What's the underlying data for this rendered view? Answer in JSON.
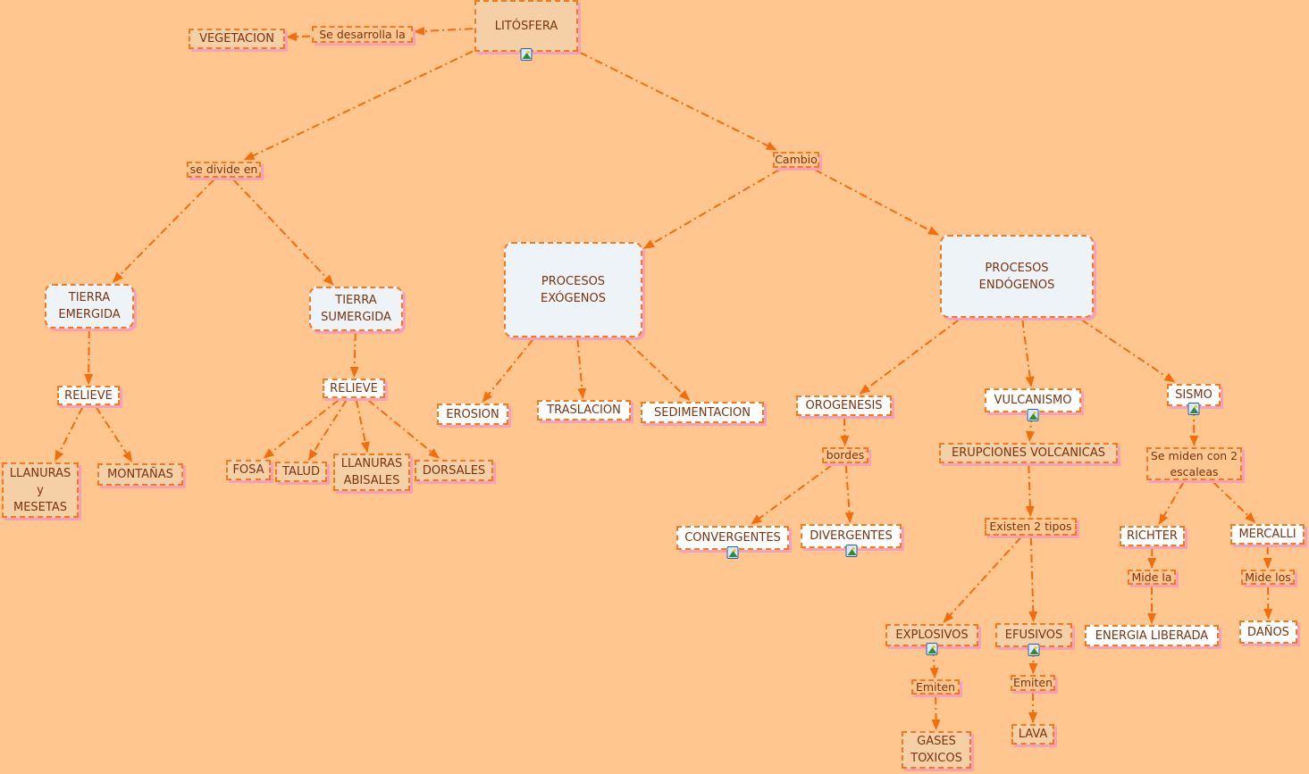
{
  "colors": {
    "background": "#ffc690",
    "line": "#f26d0c",
    "text": "#7a3410"
  },
  "nodes": [
    {
      "id": "litosfera",
      "label": "LITÓSFERA",
      "style": "tan",
      "image": true
    },
    {
      "id": "desarrolla",
      "label": "Se desarrolla la",
      "style": "link"
    },
    {
      "id": "vegetacion",
      "label": "VEGETACION",
      "style": "tan"
    },
    {
      "id": "divide",
      "label": "se divide en",
      "style": "link"
    },
    {
      "id": "cambio",
      "label": "Cambio",
      "style": "link"
    },
    {
      "id": "emergida",
      "label": "TIERRA\nEMERGIDA",
      "style": "round"
    },
    {
      "id": "sumergida",
      "label": "TIERRA\nSUMERGIDA",
      "style": "round"
    },
    {
      "id": "exogenos",
      "label": "PROCESOS\nEXÓGENOS",
      "style": "round"
    },
    {
      "id": "endogenos",
      "label": "PROCESOS\nENDÓGENOS",
      "style": "round"
    },
    {
      "id": "relieve1",
      "label": "RELIEVE",
      "style": "white"
    },
    {
      "id": "relieve2",
      "label": "RELIEVE",
      "style": "white"
    },
    {
      "id": "llanuras",
      "label": "LLANURAS\ny\nMESETAS",
      "style": "tan"
    },
    {
      "id": "montanas",
      "label": "MONTAÑAS",
      "style": "tan"
    },
    {
      "id": "fosa",
      "label": "FOSA",
      "style": "tan"
    },
    {
      "id": "talud",
      "label": "TALUD",
      "style": "tan"
    },
    {
      "id": "abisales",
      "label": "LLANURAS\nABISALES",
      "style": "tan"
    },
    {
      "id": "dorsales",
      "label": "DORSALES",
      "style": "tan"
    },
    {
      "id": "erosion",
      "label": "EROSION",
      "style": "white"
    },
    {
      "id": "traslacion",
      "label": "TRASLACION",
      "style": "white"
    },
    {
      "id": "sedimentacion",
      "label": "SEDIMENTACION",
      "style": "white"
    },
    {
      "id": "orogenesis",
      "label": "OROGENESIS",
      "style": "white"
    },
    {
      "id": "bordes",
      "label": "bordes",
      "style": "link"
    },
    {
      "id": "convergentes",
      "label": "CONVERGENTES",
      "style": "white",
      "image": true
    },
    {
      "id": "divergentes",
      "label": "DIVERGENTES",
      "style": "white",
      "image": true
    },
    {
      "id": "vulcanismo",
      "label": "VULCANISMO",
      "style": "white",
      "image": true
    },
    {
      "id": "erupciones",
      "label": "ERUPCIONES VOLCANICAS",
      "style": "tan"
    },
    {
      "id": "existen",
      "label": "Existen 2 tipos",
      "style": "link"
    },
    {
      "id": "explosivos",
      "label": "EXPLOSIVOS",
      "style": "tan",
      "image": true
    },
    {
      "id": "efusivos",
      "label": "EFUSIVOS",
      "style": "tan",
      "image": true
    },
    {
      "id": "emiten1",
      "label": "Emiten",
      "style": "link"
    },
    {
      "id": "emiten2",
      "label": "Emiten",
      "style": "link"
    },
    {
      "id": "gases",
      "label": "GASES\nTOXICOS",
      "style": "tan"
    },
    {
      "id": "lava",
      "label": "LAVA",
      "style": "tan"
    },
    {
      "id": "sismo",
      "label": "SISMO",
      "style": "white",
      "image": true
    },
    {
      "id": "semiden",
      "label": "Se miden con 2\nescaleas",
      "style": "link"
    },
    {
      "id": "richter",
      "label": "RICHTER",
      "style": "white"
    },
    {
      "id": "mercalli",
      "label": "MERCALLI",
      "style": "white"
    },
    {
      "id": "midela",
      "label": "Mide la",
      "style": "link"
    },
    {
      "id": "midelos",
      "label": "Mide los",
      "style": "link"
    },
    {
      "id": "energia",
      "label": "ENERGIA LIBERADA",
      "style": "white"
    },
    {
      "id": "danos",
      "label": "DAÑOS",
      "style": "white"
    }
  ],
  "edges": [
    [
      "litosfera",
      "desarrolla"
    ],
    [
      "desarrolla",
      "vegetacion"
    ],
    [
      "litosfera",
      "divide"
    ],
    [
      "litosfera",
      "cambio"
    ],
    [
      "divide",
      "emergida"
    ],
    [
      "divide",
      "sumergida"
    ],
    [
      "cambio",
      "exogenos"
    ],
    [
      "cambio",
      "endogenos"
    ],
    [
      "emergida",
      "relieve1"
    ],
    [
      "relieve1",
      "llanuras"
    ],
    [
      "relieve1",
      "montanas"
    ],
    [
      "sumergida",
      "relieve2"
    ],
    [
      "relieve2",
      "fosa"
    ],
    [
      "relieve2",
      "talud"
    ],
    [
      "relieve2",
      "abisales"
    ],
    [
      "relieve2",
      "dorsales"
    ],
    [
      "exogenos",
      "erosion"
    ],
    [
      "exogenos",
      "traslacion"
    ],
    [
      "exogenos",
      "sedimentacion"
    ],
    [
      "endogenos",
      "orogenesis"
    ],
    [
      "endogenos",
      "vulcanismo"
    ],
    [
      "endogenos",
      "sismo"
    ],
    [
      "orogenesis",
      "bordes"
    ],
    [
      "bordes",
      "convergentes"
    ],
    [
      "bordes",
      "divergentes"
    ],
    [
      "vulcanismo",
      "erupciones"
    ],
    [
      "erupciones",
      "existen"
    ],
    [
      "existen",
      "explosivos"
    ],
    [
      "existen",
      "efusivos"
    ],
    [
      "explosivos",
      "emiten1"
    ],
    [
      "emiten1",
      "gases"
    ],
    [
      "efusivos",
      "emiten2"
    ],
    [
      "emiten2",
      "lava"
    ],
    [
      "sismo",
      "semiden"
    ],
    [
      "semiden",
      "richter"
    ],
    [
      "semiden",
      "mercalli"
    ],
    [
      "richter",
      "midela"
    ],
    [
      "midela",
      "energia"
    ],
    [
      "mercalli",
      "midelos"
    ],
    [
      "midelos",
      "danos"
    ]
  ]
}
